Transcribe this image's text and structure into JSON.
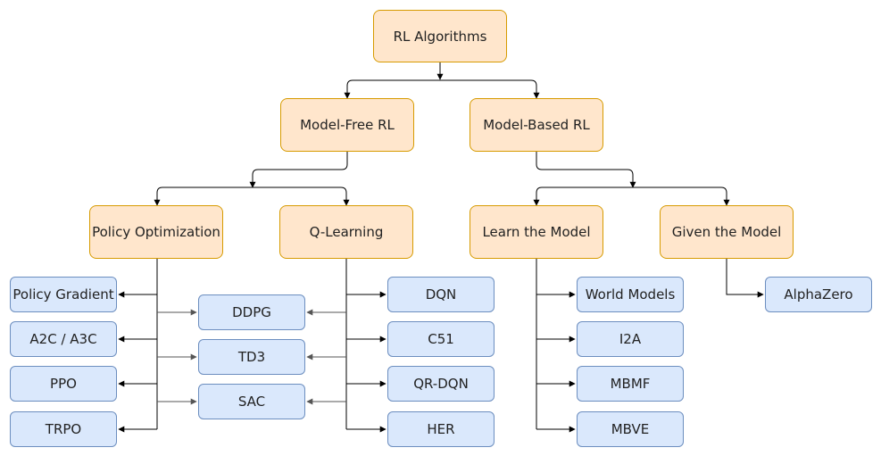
{
  "root": {
    "label": "RL Algorithms"
  },
  "branches": {
    "model_free": {
      "label": "Model-Free RL"
    },
    "model_based": {
      "label": "Model-Based RL"
    }
  },
  "categories": {
    "policy_optimization": {
      "label": "Policy Optimization"
    },
    "q_learning": {
      "label": "Q-Learning"
    },
    "learn_model": {
      "label": "Learn the Model"
    },
    "given_model": {
      "label": "Given the Model"
    }
  },
  "leaves": {
    "policy_optimization": [
      "Policy Gradient",
      "A2C / A3C",
      "PPO",
      "TRPO"
    ],
    "hybrid": [
      "DDPG",
      "TD3",
      "SAC"
    ],
    "q_learning": [
      "DQN",
      "C51",
      "QR-DQN",
      "HER"
    ],
    "learn_model": [
      "World Models",
      "I2A",
      "MBMF",
      "MBVE"
    ],
    "given_model": [
      "AlphaZero"
    ]
  },
  "colors": {
    "category_fill": "#ffe6cc",
    "category_border": "#d79b00",
    "leaf_fill": "#dae8fc",
    "leaf_border": "#6c8ebf"
  }
}
